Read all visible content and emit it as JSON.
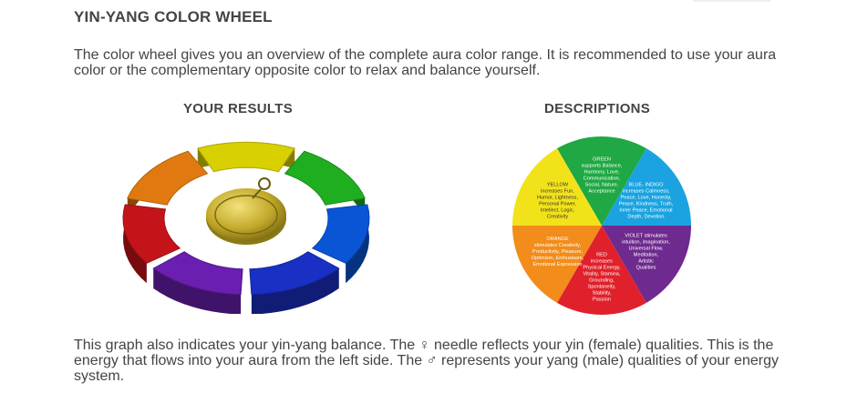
{
  "title": "YIN-YANG COLOR WHEEL",
  "intro": "The color wheel gives you an overview of the complete aura color range. It is recommended to use your aura color or the complementary opposite color to relax and balance yourself.",
  "results": {
    "heading": "YOUR RESULTS",
    "ring_segments": [
      {
        "color": "yellow",
        "hex": "#d8d000"
      },
      {
        "color": "green",
        "hex": "#1fae1f"
      },
      {
        "color": "blue",
        "hex": "#0a55d6"
      },
      {
        "color": "indigo",
        "hex": "#1a2fc4"
      },
      {
        "color": "violet",
        "hex": "#6a1fb0"
      },
      {
        "color": "red",
        "hex": "#c4141a"
      },
      {
        "color": "orange",
        "hex": "#e07a10"
      }
    ],
    "needle_color": "#b5a020"
  },
  "descriptions": {
    "heading": "DESCRIPTIONS",
    "segments": [
      {
        "color": "#1fa843",
        "lines": [
          "GREEN",
          "supports Balance,",
          "Harmony, Love,",
          "Communication,",
          "Social, Nature,",
          "Acceptance"
        ]
      },
      {
        "color": "#1aa3e0",
        "lines": [
          "BLUE- INDIGO",
          "increases Calmness,",
          "Peace, Love, Honesty,",
          "Peace, Kindness, Truth,",
          "Inner Peace, Emotional",
          "Depth, Devotion"
        ]
      },
      {
        "color": "#6e2a8e",
        "lines": [
          "VIOLET stimulates",
          "intuition, imagination,",
          "Universal Flow,",
          "Meditation,",
          "Artistic",
          "Qualities"
        ]
      },
      {
        "color": "#e0202a",
        "lines": [
          "RED",
          "increases",
          "Physical Energy,",
          "Vitality, Stamina,",
          "Grounding,",
          "Spontaneity,",
          "Stability,",
          "Passion"
        ]
      },
      {
        "color": "#f28c1a",
        "lines": [
          "ORANGE",
          "stimulates Creativity,",
          "Productivity, Pleasure,",
          "Optimism, Enthusiasm,",
          "Emotional Expression"
        ]
      },
      {
        "color": "#f2e21a",
        "lines": [
          "YELLOW",
          "increases Fun,",
          "Humor, Lightness,",
          "Personal Power,",
          "Intellect, Logic,",
          "Creativity"
        ]
      }
    ]
  },
  "outro": "This graph also indicates your yin-yang balance. The ♀ needle reflects your yin (female) qualities. This is the energy that flows into your aura from the left side. The ♂ represents your yang (male) qualities of your energy system."
}
